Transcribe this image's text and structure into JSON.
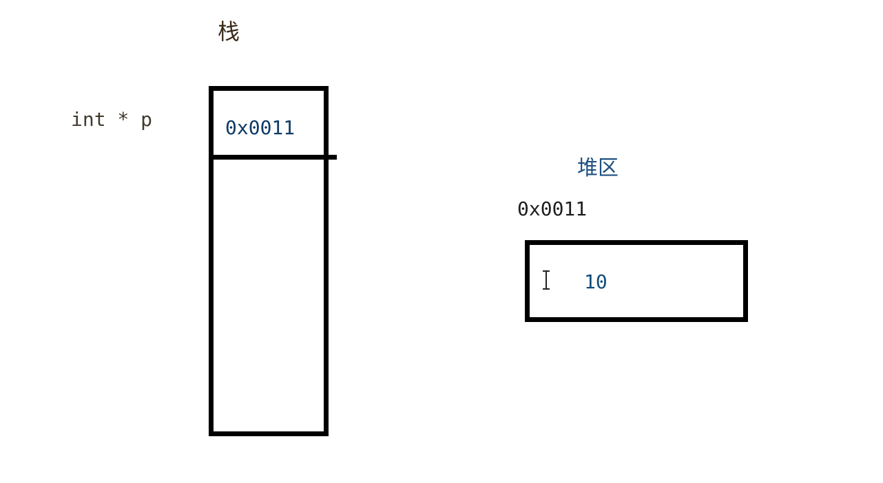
{
  "stack": {
    "title": "栈",
    "variable_label": "int * p",
    "cell_value": "0x0011"
  },
  "heap": {
    "title": "堆区",
    "address_label": "0x0011",
    "cell_value": "10"
  },
  "cursor": {
    "icon": "text-cursor-icon"
  }
}
